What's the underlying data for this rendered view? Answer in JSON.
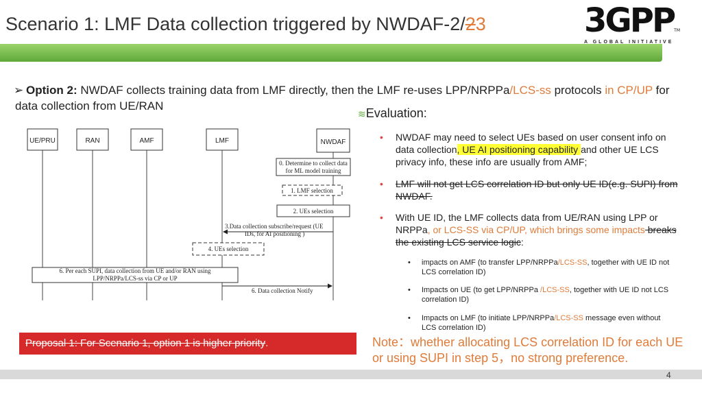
{
  "header": {
    "title_main": "Scenario 1: LMF Data collection triggered by NWDAF-2/",
    "title_strike": "2",
    "title_end": "3",
    "logo_text": "3GPP",
    "logo_tm": "TM",
    "logo_tagline": "A GLOBAL INITIATIVE"
  },
  "option": {
    "label": "Option 2:",
    "text1": " NWDAF collects training data from LMF directly, then the LMF re-uses LPP/NRPPa",
    "text_orange1": "/LCS-ss",
    "text2": " protocols ",
    "text_orange2": "in CP/UP",
    "text3": " for data collection from UE/RAN"
  },
  "evaluation": {
    "heading": "Evaluation:",
    "b1_pre": "NWDAF may need to select UEs based on user consent info on data collection",
    "b1_hl": ", UE AI positioning capability ",
    "b1_post": "and other UE LCS privacy info, these info are usually from AMF;",
    "b2": "LMF will not get LCS correlation ID but only UE ID(e.g. SUPI) from NWDAF.",
    "b3_pre": "With UE ID, the LMF collects data from UE/RAN using LPP or NRPPa",
    "b3_orange": ", or LCS-SS via CP/UP, which brings some impacts",
    "b3_strike": " breaks the existing LCS service logic",
    "b3_end": ":",
    "s1_pre": "impacts on AMF (to transfer LPP/NRPPa",
    "s1_orange": "/LCS-SS",
    "s1_post": ", together with UE ID not LCS correlation ID)",
    "s2_pre": "Impacts on UE (to get LPP/NRPPa ",
    "s2_orange": "/LCS-SS",
    "s2_post": ", together with UE ID not LCS correlation ID)",
    "s3_pre": "Impacts on LMF (to initiate LPP/NRPPa",
    "s3_orange": "/LCS-SS",
    "s3_post": " message even without LCS correlation ID)"
  },
  "diagram": {
    "entities": [
      "UE/PRU",
      "RAN",
      "AMF",
      "LMF",
      "NWDAF"
    ],
    "step0": [
      "0. Determine to collect data",
      "for ML model training"
    ],
    "step1": "1. LMF selection",
    "step2": "2. UEs selection",
    "step3": [
      "3.Data collection subscribe/request (UE",
      "IDs,  for AI positioning )"
    ],
    "step4": "4. UEs selection",
    "step6": [
      "6. Per each SUPI, data collection from UE and/or RAN  using",
      "LPP/NRPPa/LCS-ss via CP or UP"
    ],
    "step6n": "6. Data collection Notify"
  },
  "proposal": "Proposal 1: For Scenario 1, option 1 is higher priority",
  "proposal_end": ".",
  "note": "Note：whether allocating LCS correlation ID for each UE or using SUPI in step 5，no strong preference.",
  "page_number": "4"
}
